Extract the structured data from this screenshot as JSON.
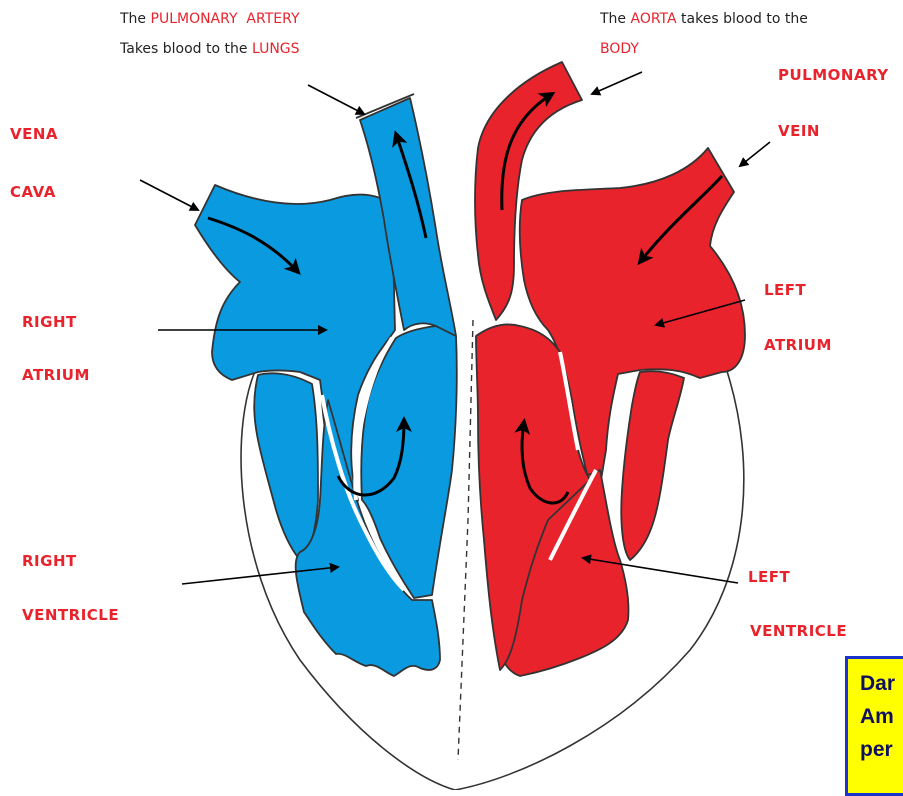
{
  "captions": {
    "pulmonary_artery": {
      "l1_prefix": "The ",
      "l1_highlight": "PULMONARY  ARTERY",
      "l2_prefix": "Takes blood to the ",
      "l2_highlight": "LUNGS"
    },
    "aorta": {
      "l1_prefix": "The ",
      "l1_highlight": "AORTA",
      "l1_suffix": " takes blood to the",
      "l2_highlight": "BODY"
    }
  },
  "labels": {
    "vena": "VENA",
    "cava": "CAVA",
    "right_atrium_1": "RIGHT",
    "right_atrium_2": "ATRIUM",
    "right_ventricle_1": "RIGHT",
    "right_ventricle_2": "VENTRICLE",
    "pulmonary": "PULMONARY",
    "vein": "VEIN",
    "left_atrium_1": "LEFT",
    "left_atrium_2": "ATRIUM",
    "left_ventricle_1": "LEFT",
    "left_ventricle_2": "VENTRICLE"
  },
  "note": {
    "line1": "Dar",
    "line2": "Am",
    "line3": "per"
  },
  "colors": {
    "deoxygenated_blue": "#0a9ae0",
    "oxygenated_red": "#e8232c",
    "label_red": "#e8232c",
    "note_yellow": "#ffff00",
    "note_border_blue": "#1a33cc"
  }
}
